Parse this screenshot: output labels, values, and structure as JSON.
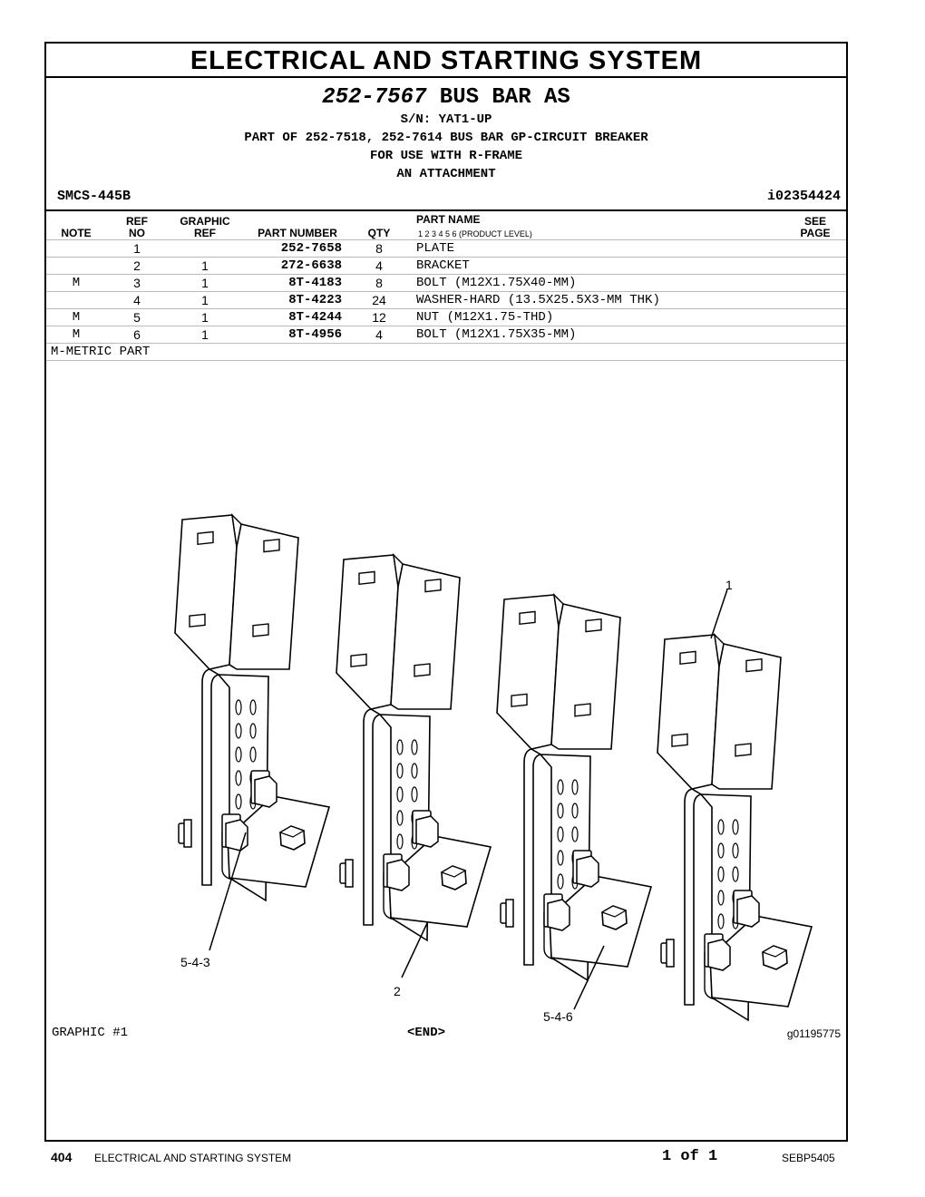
{
  "section_title": "ELECTRICAL AND STARTING SYSTEM",
  "part_number": "252-7567",
  "part_title": "BUS BAR AS",
  "serial": "S/N: YAT1-UP",
  "part_of": "PART OF 252-7518, 252-7614 BUS BAR GP-CIRCUIT BREAKER",
  "for_use": "FOR USE WITH R-FRAME",
  "attachment": "AN ATTACHMENT",
  "smcs": "SMCS-445B",
  "illustration_id": "i02354424",
  "columns": {
    "note": "NOTE",
    "ref_top": "REF",
    "ref_bottom": "NO",
    "graphic_top": "GRAPHIC",
    "graphic_bottom": "REF",
    "part_number": "PART NUMBER",
    "qty": "QTY",
    "part_name": "PART NAME",
    "levels": "1    2    3    4    5    6    (PRODUCT LEVEL)",
    "see_top": "SEE",
    "see_bottom": "PAGE"
  },
  "rows": [
    {
      "note": "",
      "ref": "1",
      "gref": "",
      "pn": "252-7658",
      "qty": "8",
      "name": "PLATE"
    },
    {
      "note": "",
      "ref": "2",
      "gref": "1",
      "pn": "272-6638",
      "qty": "4",
      "name": "BRACKET"
    },
    {
      "note": "M",
      "ref": "3",
      "gref": "1",
      "pn": "8T-4183",
      "qty": "8",
      "name": "BOLT (M12X1.75X40-MM)"
    },
    {
      "note": "",
      "ref": "4",
      "gref": "1",
      "pn": "8T-4223",
      "qty": "24",
      "name": "WASHER-HARD (13.5X25.5X3-MM THK)"
    },
    {
      "note": "M",
      "ref": "5",
      "gref": "1",
      "pn": "8T-4244",
      "qty": "12",
      "name": "NUT (M12X1.75-THD)"
    },
    {
      "note": "M",
      "ref": "6",
      "gref": "1",
      "pn": "8T-4956",
      "qty": "4",
      "name": "BOLT (M12X1.75X35-MM)"
    }
  ],
  "metric_note": "M-METRIC PART",
  "callouts": {
    "c1": "1",
    "c2": "2",
    "c543": "5-4-3",
    "c546": "5-4-6"
  },
  "graphic_label": "GRAPHIC #1",
  "end_marker": "<END>",
  "graphic_id": "g01195775",
  "footer": {
    "page": "404",
    "section": "ELECTRICAL AND STARTING SYSTEM",
    "page_of": "1 of 1",
    "doc": "SEBP5405"
  }
}
